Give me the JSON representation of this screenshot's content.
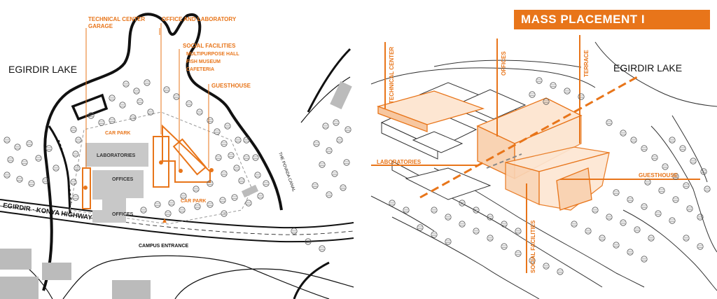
{
  "colors": {
    "accent": "#e8751a",
    "building": "#c8c8c8",
    "line": "#111111"
  },
  "left_map": {
    "lake_label": "EGIRDIR LAKE",
    "highway_label": "EGIRDIR - KONYA HIGHWAY",
    "canal_label": "THE POVADA CANAL",
    "technical_center": [
      "TECHNICAL CENTER",
      "GARAGE"
    ],
    "office_lab": "OFFICE AND LABORATORY",
    "social_title": "SOCIAL FACILITIES",
    "social_items": [
      "MULTIPURPOSE HALL",
      "FISH MUSEUM",
      "CAFETERIA"
    ],
    "guesthouse": "GUESTHOUSE",
    "car_park_1": "CAR PARK",
    "car_park_2": "CAR PARK",
    "laboratories": "LABORATORIES",
    "offices_1": "OFFICES",
    "offices_2": "OFFICES",
    "campus_entrance": "CAMPUS ENTRANCE"
  },
  "right_map": {
    "title": "MASS PLACEMENT I",
    "lake_label": "EGIRDIR LAKE",
    "technical_center": "TECHNICAL CENTER",
    "offices": "OFFICES",
    "terrace": "TERRACE",
    "laboratories": "LABORATORIES",
    "guesthouse": "GUESTHOUSE",
    "social_facilities": "SOCIAL FACILITIES"
  }
}
